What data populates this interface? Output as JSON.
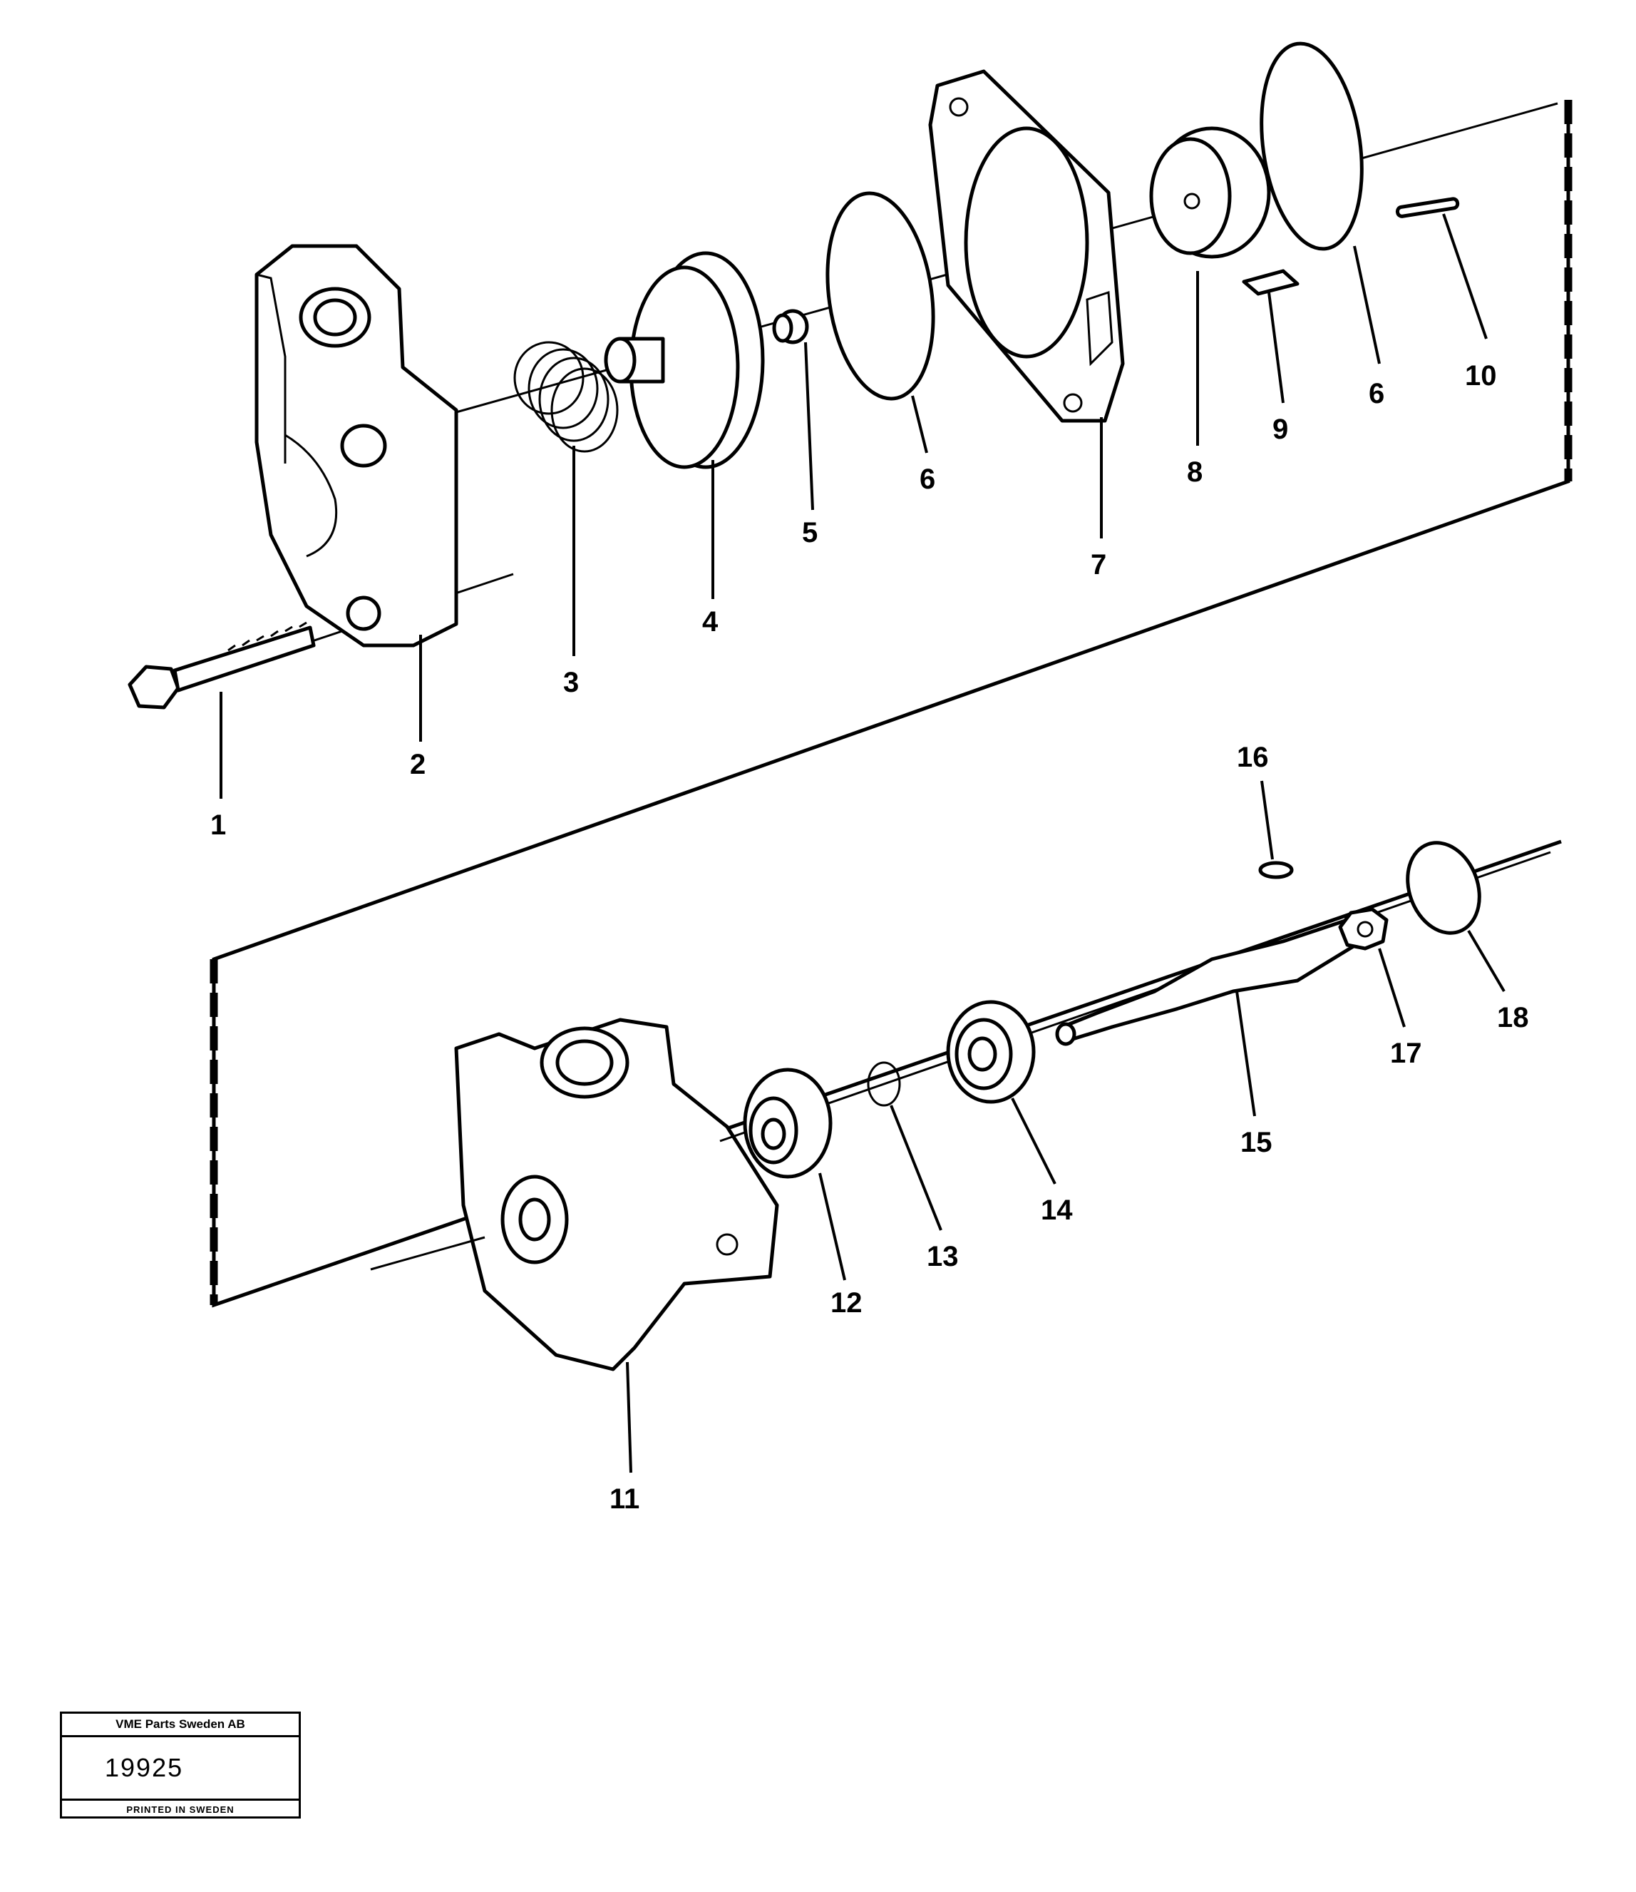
{
  "diagram": {
    "callouts": [
      "1",
      "2",
      "3",
      "4",
      "5",
      "6",
      "6",
      "7",
      "8",
      "9",
      "10",
      "11",
      "12",
      "13",
      "14",
      "15",
      "16",
      "17",
      "18"
    ]
  },
  "stamp": {
    "company": "VME Parts Sweden AB",
    "number": "19925",
    "printed": "PRINTED IN SWEDEN"
  }
}
